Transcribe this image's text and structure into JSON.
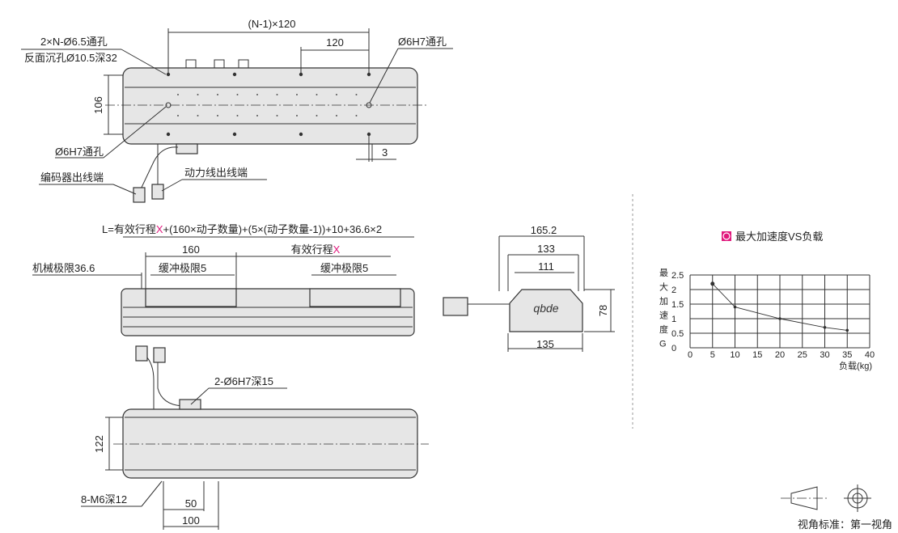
{
  "top_view": {
    "dim_pitch_total": "(N-1)×120",
    "dim_pitch": "120",
    "mount_holes_line1": "2×N-Ø6.5通孔",
    "mount_holes_line2": "反面沉孔Ø10.5深32",
    "pin_hole_right": "Ø6H7通孔",
    "pin_hole_left": "Ø6H7通孔",
    "dim_width": "106",
    "dim_offset": "3",
    "encoder_outlet": "编码器出线端",
    "power_outlet": "动力线出线端"
  },
  "side_view": {
    "length_formula_prefix": "L=有效行程",
    "length_formula_x": "X",
    "length_formula_suffix": "+(160×动子数量)+(5×(动子数量-1))+10+36.6×2",
    "dim_slider": "160",
    "effective_stroke_label": "有效行程",
    "effective_stroke_x": "X",
    "mech_limit": "机械极限36.6",
    "buffer_limit_left": "缓冲极限5",
    "buffer_limit_right": "缓冲极限5"
  },
  "end_view": {
    "dim_165": "165.2",
    "dim_133": "133",
    "dim_111": "111",
    "dim_135": "135",
    "dim_78": "78",
    "logo": "qbde"
  },
  "bottom_view": {
    "pin_holes": "2-Ø6H7深15",
    "dim_width": "122",
    "tapped_holes": "8-M6深12",
    "dim_50": "50",
    "dim_100": "100"
  },
  "projection": {
    "label": "视角标准：第一视角"
  },
  "chart_data": {
    "type": "line",
    "title": "最大加速度VS负载",
    "xlabel": "负载(kg)",
    "ylabel": [
      "最",
      "大",
      "加",
      "速",
      "度",
      "G"
    ],
    "x": [
      5,
      10,
      20,
      30,
      35
    ],
    "y": [
      2.2,
      1.4,
      1.0,
      0.7,
      0.6
    ],
    "xlim": [
      0,
      40
    ],
    "ylim": [
      0,
      2.5
    ],
    "xticks": [
      "0",
      "5",
      "10",
      "15",
      "20",
      "25",
      "30",
      "35",
      "40"
    ],
    "yticks": [
      "0",
      "0.5",
      "1",
      "1.5",
      "2",
      "2.5"
    ],
    "grid": true,
    "marker_color": "#e0197d"
  }
}
